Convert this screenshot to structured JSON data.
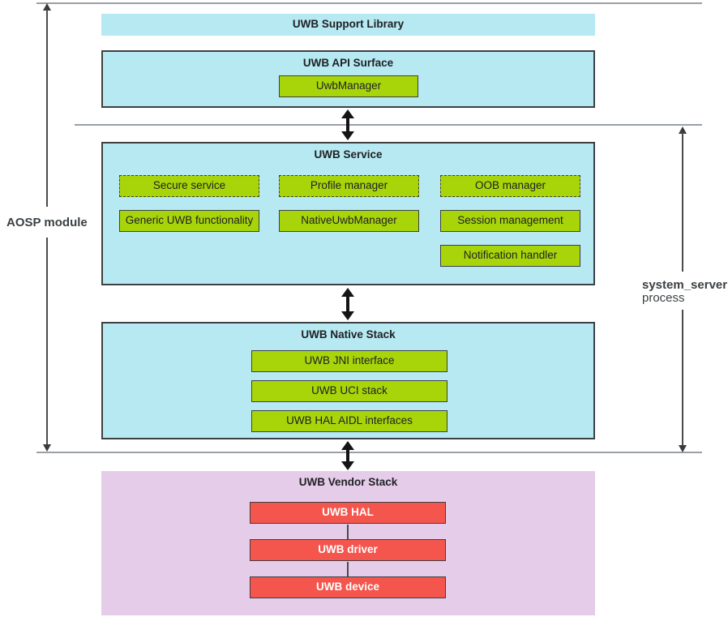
{
  "labels": {
    "aosp_module": "AOSP module",
    "system_server": "system_server",
    "process": "process"
  },
  "support_library": {
    "title": "UWB Support Library"
  },
  "api_surface": {
    "title": "UWB API Surface",
    "items": [
      "UwbManager"
    ]
  },
  "service": {
    "title": "UWB Service",
    "dashed_items": [
      "Secure service",
      "Profile manager",
      "OOB manager"
    ],
    "solid_items": [
      "Generic UWB functionality",
      "NativeUwbManager",
      "Session management",
      "Notification handler"
    ]
  },
  "native_stack": {
    "title": "UWB Native Stack",
    "items": [
      "UWB JNI interface",
      "UWB UCI stack",
      "UWB HAL AIDL interfaces"
    ]
  },
  "vendor_stack": {
    "title": "UWB Vendor Stack",
    "items": [
      "UWB HAL",
      "UWB driver",
      "UWB device"
    ]
  },
  "colors": {
    "cyan": "#b6e9f2",
    "green": "#a8d50a",
    "red": "#f4554d",
    "purple": "#e5cce9",
    "line_gray": "#9aa0a6",
    "ink": "#202124"
  }
}
